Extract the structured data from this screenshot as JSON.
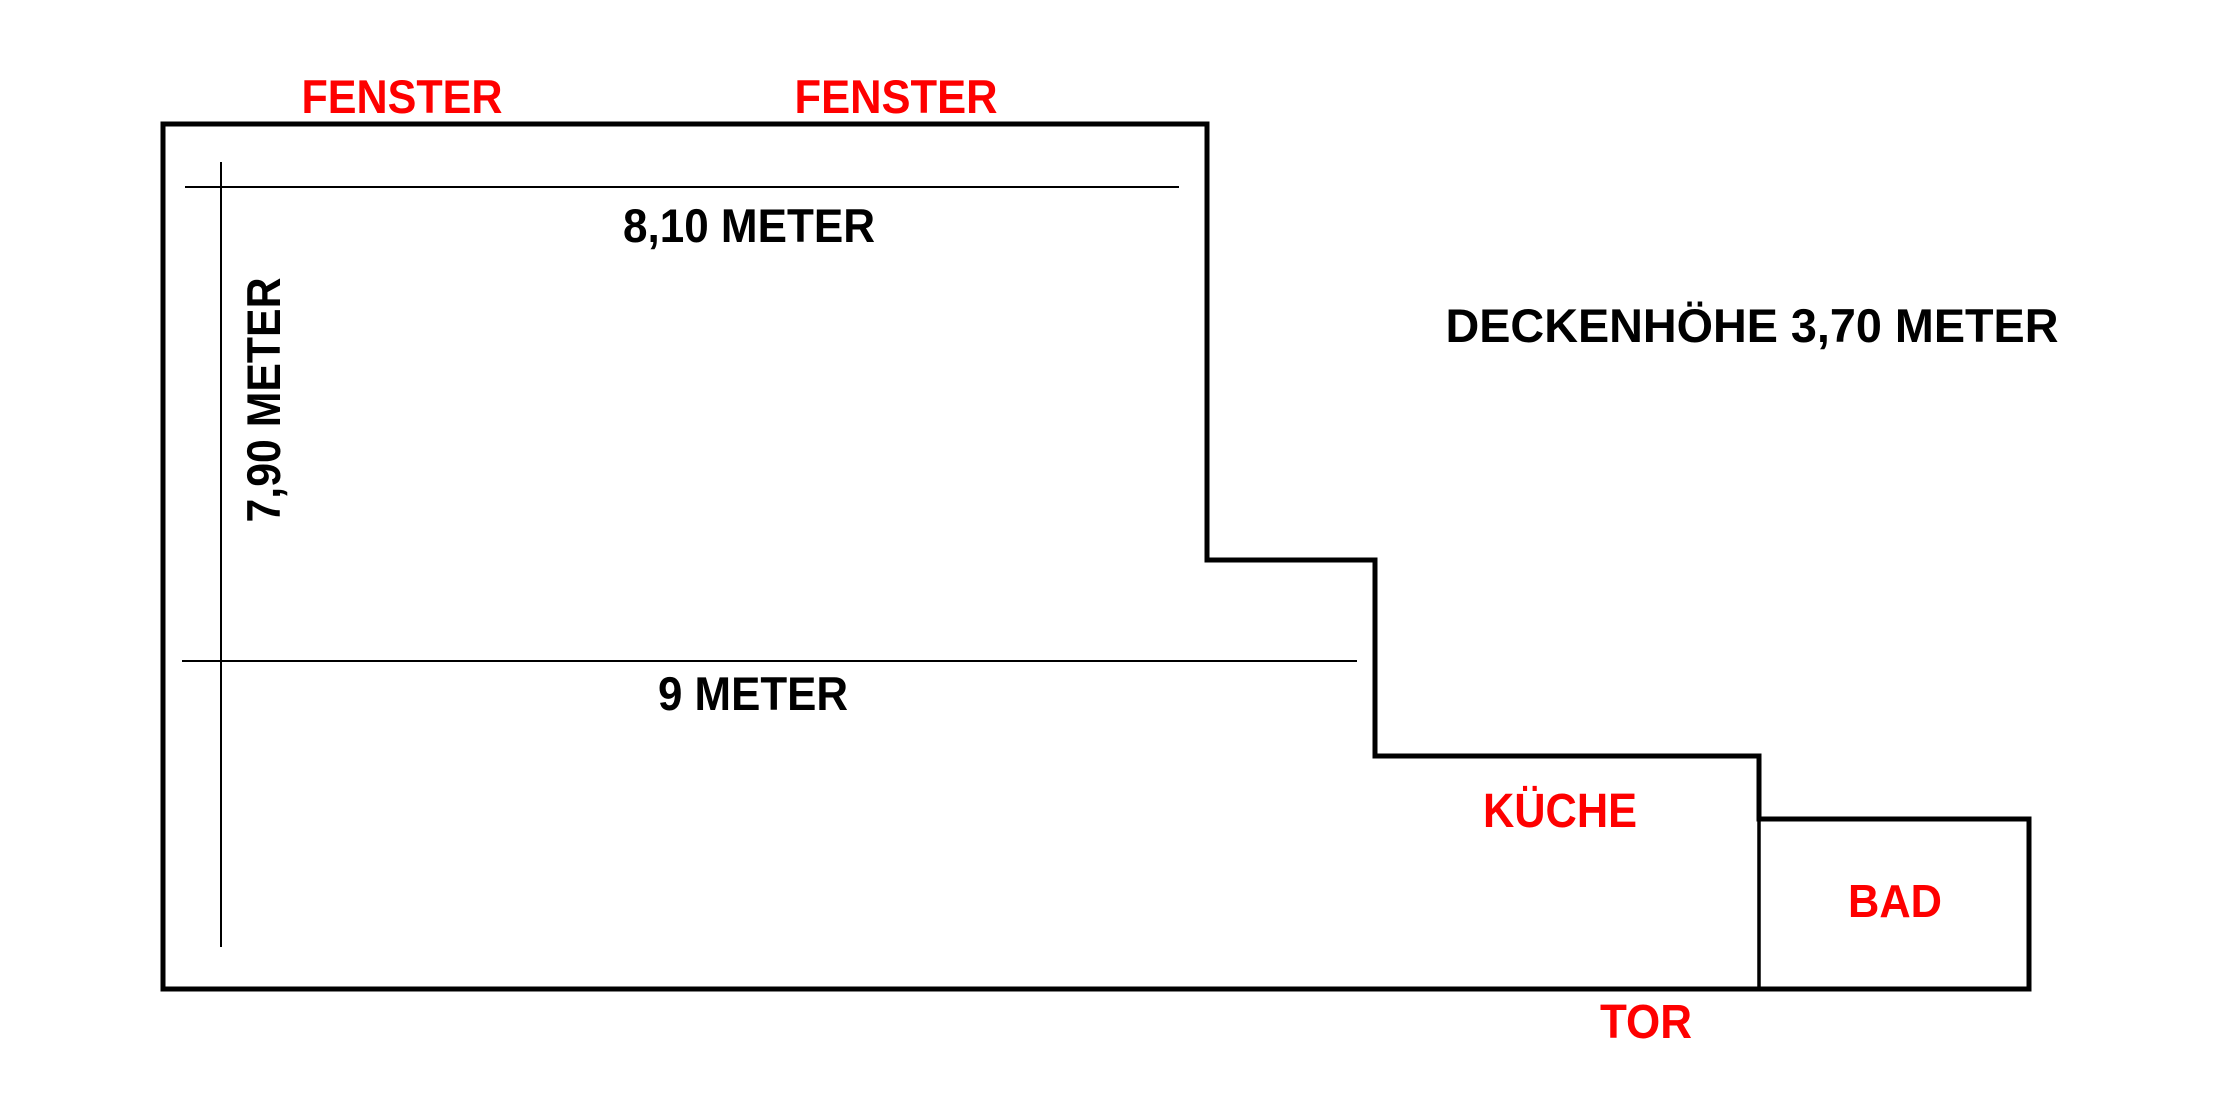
{
  "colors": {
    "background": "#ffffff",
    "wall": "#000000",
    "dimension_line": "#000000",
    "dimension_label": "#000000",
    "room_label": "#fe0000"
  },
  "labels": {
    "window_1": "FENSTER",
    "window_2": "FENSTER",
    "width_top": "8,10 METER",
    "height_left": "7,90 METER",
    "width_middle": "9 METER",
    "ceiling": "DECKENHÖHE 3,70 METER",
    "kitchen": "KÜCHE",
    "bath": "BAD",
    "gate": "TOR"
  }
}
